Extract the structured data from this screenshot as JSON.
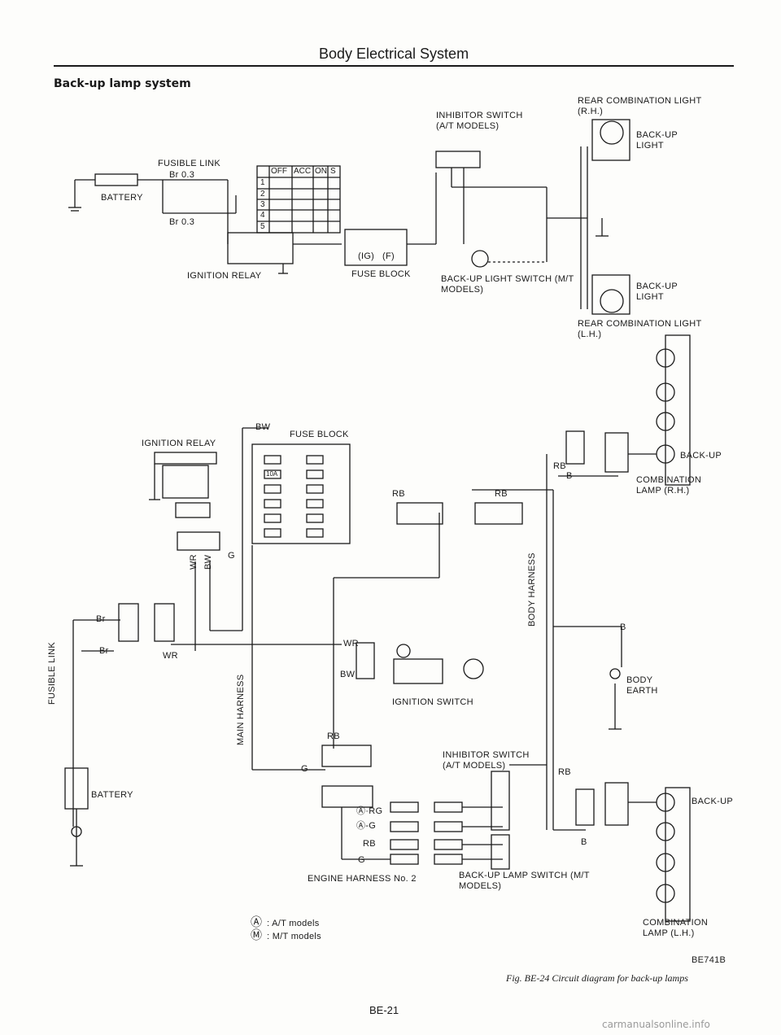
{
  "header": {
    "title": "Body Electrical System",
    "section": "Back-up lamp system"
  },
  "top_diagram": {
    "battery": "BATTERY",
    "fusible_link": "FUSIBLE LINK",
    "br_upper": "Br 0.3",
    "br_lower": "Br 0.3",
    "switch_header": [
      "OFF",
      "ACC",
      "ON",
      "S"
    ],
    "switch_rows": [
      "1",
      "2",
      "3",
      "4",
      "5"
    ],
    "ignition_relay": "IGNITION RELAY",
    "fuse_block_ig": "(IG)",
    "fuse_block_f": "(F)",
    "fuse_block": "FUSE BLOCK",
    "inhibitor_switch": "INHIBITOR SWITCH (A/T MODELS)",
    "backup_light_switch": "BACK-UP LIGHT SWITCH (M/T MODELS)",
    "rear_combination_rh": "REAR COMBINATION LIGHT (R.H.)",
    "backup_light_upper": "BACK-UP LIGHT",
    "backup_light_lower": "BACK-UP LIGHT",
    "rear_combination_lh": "REAR COMBINATION LIGHT (L.H.)"
  },
  "bottom_diagram": {
    "ignition_relay": "IGNITION RELAY",
    "fuse_block": "FUSE BLOCK",
    "fuse_10a": "10A",
    "wire_bw": "BW",
    "wire_g": "G",
    "wire_wr": "WR",
    "wire_br": "Br",
    "wire_rb": "RB",
    "wire_b": "B",
    "fusible_link": "FUSIBLE LINK",
    "battery": "BATTERY",
    "main_harness": "MAIN HARNESS",
    "body_harness": "BODY HARNESS",
    "ignition_switch": "IGNITION SWITCH",
    "body_earth": "BODY EARTH",
    "inhibitor_switch": "INHIBITOR SWITCH (A/T MODELS)",
    "backup_lamp_switch": "BACK-UP LAMP SWITCH (M/T MODELS)",
    "engine_harness": "ENGINE HARNESS No. 2",
    "wire_a_rg": "Ⓐ·RG",
    "wire_a_g": "Ⓐ-G",
    "wire_m_rb": "RB",
    "wire_m_g": "G",
    "backup_rh": "BACK-UP",
    "combination_lamp_rh": "COMBINATION LAMP (R.H.)",
    "backup_lh": "BACK-UP",
    "combination_lamp_lh": "COMBINATION LAMP (L.H.)"
  },
  "legend": {
    "a_symbol": "Ⓐ",
    "a_text": ": A/T models",
    "m_symbol": "Ⓜ",
    "m_text": ": M/T models"
  },
  "footer": {
    "figure_code": "BE741B",
    "caption": "Fig. BE-24  Circuit diagram for back-up lamps",
    "page_number": "BE-21",
    "watermark": "carmanualsonline.info"
  }
}
